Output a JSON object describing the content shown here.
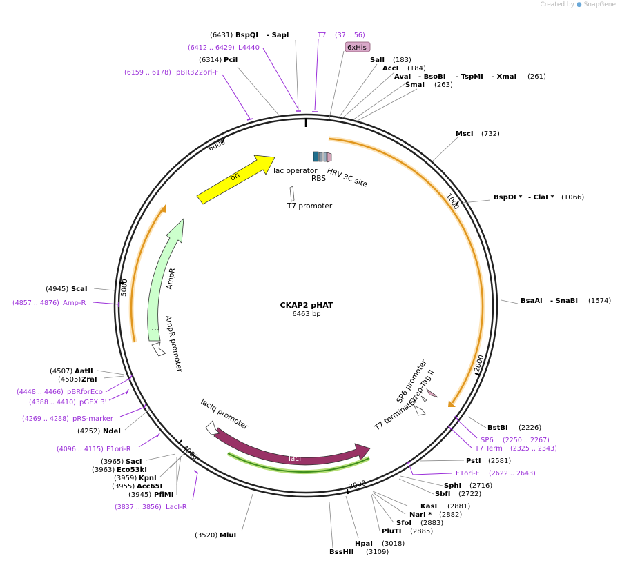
{
  "credit": {
    "prefix": "Created by",
    "brand": "SnapGene"
  },
  "plasmid": {
    "name": "CKAP2 pHAT",
    "size": "6463 bp"
  },
  "ticks": [
    "1000",
    "2000",
    "3000",
    "4000",
    "5000",
    "6000"
  ],
  "features": {
    "ori": "ori",
    "ampr": "AmpR",
    "ampr_promoter": "AmpR promoter",
    "laci": "lacI",
    "lacIq_promoter": "lacIq promoter",
    "lac_operator": "lac operator",
    "rbs": "RBS",
    "hrv": "HRV 3C site",
    "t7_promoter": "T7 promoter",
    "sp6_promoter": "SP6 promoter",
    "strep": "Strep-Tag II",
    "t7_terminator": "T7 terminator"
  },
  "tag_6xhis": "6xHis",
  "enzymes": {
    "bspqi": {
      "pos": "(6431)",
      "name": "BspQI",
      "name2": "- SapI"
    },
    "pcii": {
      "pos": "(6314)",
      "name": "PciI"
    },
    "sali": {
      "name": "SalI",
      "pos": "(183)"
    },
    "acci": {
      "name": "AccI",
      "pos": "(184)"
    },
    "avai": {
      "name": "AvaI",
      "name2": "- BsoBI",
      "name3": "- TspMI",
      "name4": "- XmaI",
      "pos": "(261)"
    },
    "smai": {
      "name": "SmaI",
      "pos": "(263)"
    },
    "msci": {
      "name": "MscI",
      "pos": "(732)"
    },
    "bspdi": {
      "name": "BspDI *",
      "name2": "- ClaI *",
      "pos": "(1066)"
    },
    "bsaai": {
      "name": "BsaAI",
      "name2": "- SnaBI",
      "pos": "(1574)"
    },
    "bstbi": {
      "name": "BstBI",
      "pos": "(2226)"
    },
    "psti": {
      "name": "PstI",
      "pos": "(2581)"
    },
    "sphi": {
      "name": "SphI",
      "pos": "(2716)"
    },
    "sbfi": {
      "name": "SbfI",
      "pos": "(2722)"
    },
    "kasi": {
      "name": "KasI",
      "pos": "(2881)"
    },
    "nari": {
      "name": "NarI *",
      "pos": "(2882)"
    },
    "sfoi": {
      "name": "SfoI",
      "pos": "(2883)"
    },
    "pluti": {
      "name": "PluTI",
      "pos": "(2885)"
    },
    "hpai": {
      "name": "HpaI",
      "pos": "(3018)"
    },
    "bsshii": {
      "name": "BssHII",
      "pos": "(3109)"
    },
    "mlui": {
      "pos": "(3520)",
      "name": "MluI"
    },
    "pflmi": {
      "pos": "(3945)",
      "name": "PflMI"
    },
    "acc65i": {
      "pos": "(3955)",
      "name": "Acc65I"
    },
    "kpni": {
      "pos": "(3959)",
      "name": "KpnI"
    },
    "eco53ki": {
      "pos": "(3963)",
      "name": "Eco53kI"
    },
    "saci": {
      "pos": "(3965)",
      "name": "SacI"
    },
    "ndei": {
      "pos": "(4252)",
      "name": "NdeI"
    },
    "zrai": {
      "pos": "(4505)",
      "name": "ZraI"
    },
    "aatii": {
      "pos": "(4507)",
      "name": "AatII"
    },
    "scai": {
      "pos": "(4945)",
      "name": "ScaI"
    }
  },
  "primers": {
    "t7": {
      "name": "T7",
      "pos": "(37 .. 56)"
    },
    "l4440": {
      "pos": "(6412 .. 6429)",
      "name": "L4440"
    },
    "pbr322": {
      "pos": "(6159 .. 6178)",
      "name": "pBR322ori-F"
    },
    "sp6": {
      "name": "SP6",
      "pos": "(2250 .. 2267)"
    },
    "t7term": {
      "name": "T7 Term",
      "pos": "(2325 .. 2343)"
    },
    "f1ori_f": {
      "name": "F1ori-F",
      "pos": "(2622 .. 2643)"
    },
    "laci_r": {
      "pos": "(3837 .. 3856)",
      "name": "LacI-R"
    },
    "f1ori_r": {
      "pos": "(4096 .. 4115)",
      "name": "F1ori-R"
    },
    "prs": {
      "pos": "(4269 .. 4288)",
      "name": "pRS-marker"
    },
    "pgex": {
      "pos": "(4388 .. 4410)",
      "name": "pGEX 3'"
    },
    "pbrforeco": {
      "pos": "(4448 .. 4466)",
      "name": "pBRforEco"
    },
    "ampr": {
      "pos": "(4857 .. 4876)",
      "name": "Amp-R"
    }
  },
  "colors": {
    "ori": "#ffff00",
    "ampr": "#ccffcc",
    "laci": "#993366",
    "orf": "#f5a623",
    "primer": "#9b30d9"
  }
}
